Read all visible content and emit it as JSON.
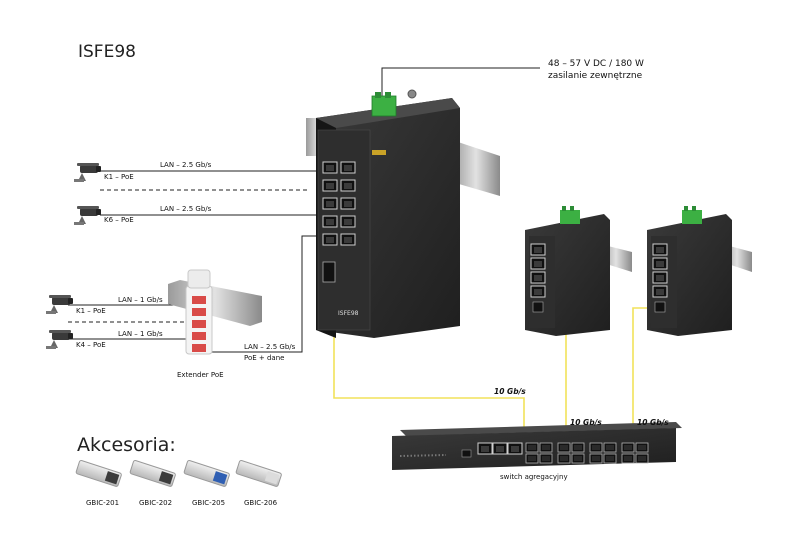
{
  "title": "ISFE98",
  "power": {
    "line1": "48 – 57 V DC / 180 W",
    "line2": "zasilanie zewnętrzne"
  },
  "main_switch": {
    "label": "ISFE98"
  },
  "links": {
    "cam_k1_main": "LAN – 2.5 Gb/s",
    "cam_k6_main": "LAN – 2.5 Gb/s",
    "cam_k1_ext": "LAN – 1 Gb/s",
    "cam_k4_ext": "LAN – 1 Gb/s",
    "extender_uplink_1": "LAN – 2.5 Gb/s",
    "extender_uplink_2": "PoE + dane",
    "uplink_main": "10 Gb/s",
    "uplink_switch2": "10 Gb/s",
    "uplink_switch3": "10 Gb/s"
  },
  "cameras": {
    "main_top": "K1 – PoE",
    "main_bottom": "K6 – PoE",
    "ext_top": "K1 – PoE",
    "ext_bottom": "K4 – PoE"
  },
  "extender": {
    "caption": "Extender PoE"
  },
  "aggregation": {
    "caption": "switch agregacyjny"
  },
  "accessories": {
    "title": "Akcesoria:",
    "items": [
      "GBIC-201",
      "GBIC-202",
      "GBIC-205",
      "GBIC-206"
    ]
  },
  "colors": {
    "fiber_link": "#f2e25a",
    "copper_link": "#222222",
    "switch_body": "#2b2b2b",
    "terminal_green": "#3cb043"
  }
}
